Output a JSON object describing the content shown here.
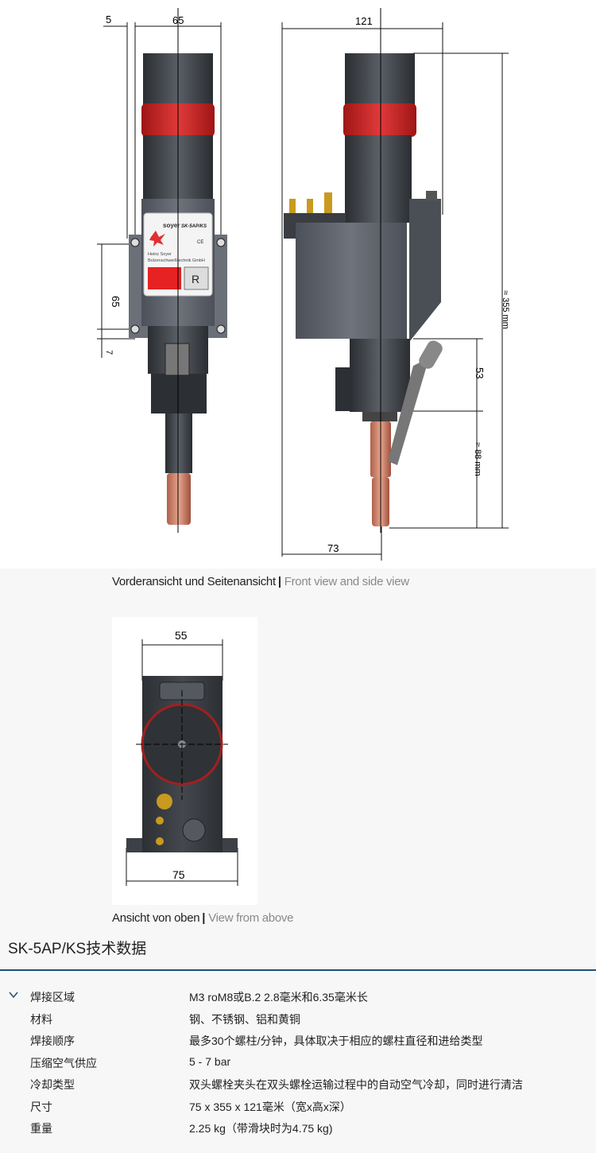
{
  "drawing_front_side": {
    "dims": {
      "top_5": "5",
      "top_65": "65",
      "top_121": "121",
      "left_65": "65",
      "left_7": "7",
      "right_53": "53",
      "right_355": "≈ 355 mm",
      "right_88": "≈ 88 mm",
      "bottom_73": "73"
    },
    "label_plate": {
      "brand": "soyer",
      "model": "SK-5AP/KS",
      "company_line1": "Heinz Soyer",
      "company_line2": "Bolzenschweißtechnik GmbH",
      "r_mark": "R",
      "ce_mark": "CE"
    }
  },
  "caption_front": {
    "de": "Vorderansicht und Seitenansicht",
    "separator": "|",
    "en": "Front view and side view"
  },
  "drawing_top": {
    "dims": {
      "top_55": "55",
      "bottom_75": "75"
    }
  },
  "caption_top": {
    "de": "Ansicht von oben",
    "separator": "|",
    "en": "View from above"
  },
  "specs": {
    "title": "SK-5AP/KS技术数据",
    "accent_color": "#1f4e79",
    "rows": [
      {
        "key": "焊接区域",
        "value": "M3 roM8或B.2 2.8毫米和6.35毫米长"
      },
      {
        "key": "材料",
        "value": "钢、不锈钢、铝和黄铜"
      },
      {
        "key": "焊接顺序",
        "value": "最多30个螺柱/分钟，具体取决于相应的螺柱直径和进给类型"
      },
      {
        "key": "压缩空气供应",
        "value": "5 - 7 bar"
      },
      {
        "key": "冷却类型",
        "value": "双头螺栓夹头在双头螺栓运输过程中的自动空气冷却，同时进行清洁"
      },
      {
        "key": "尺寸",
        "value": "75 x 355 x 121毫米（宽x高x深）"
      },
      {
        "key": "重量",
        "value": "2.25 kg（带滑块时为4.75 kg)"
      }
    ]
  }
}
